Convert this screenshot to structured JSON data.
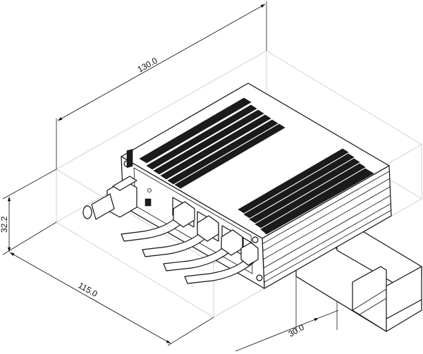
{
  "drawing": {
    "dimensions": {
      "length": "130.0",
      "width": "115.0",
      "height": "32.2",
      "rail": "30.0"
    },
    "colors": {
      "line": "#111111",
      "bounding_box": "#c8c8c8",
      "fin": "#1b1b1b"
    }
  }
}
